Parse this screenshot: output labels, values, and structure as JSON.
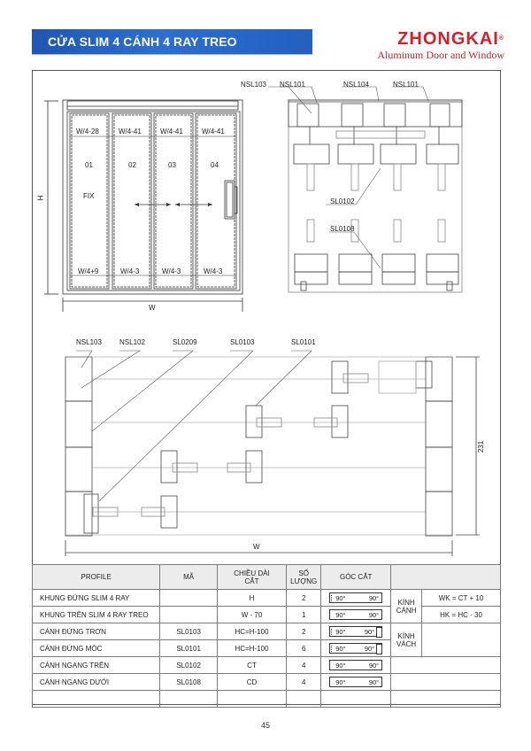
{
  "header": {
    "title": "CỬA SLIM 4 CÁNH 4 RAY TREO",
    "brand": "ZHONGKAI",
    "brand_mark": "®",
    "tagline": "Aluminum Door and Window",
    "colors": {
      "banner": "#2360bf",
      "brand": "#d62028"
    }
  },
  "elevation": {
    "height_label": "H",
    "width_label": "W",
    "panels": [
      {
        "top": "W/4-28",
        "number": "01",
        "note": "FIX",
        "bottom": "W/4+9"
      },
      {
        "top": "W/4-41",
        "number": "02",
        "note": "",
        "bottom": "W/4-3"
      },
      {
        "top": "W/4-41",
        "number": "03",
        "note": "",
        "bottom": "W/4-3"
      },
      {
        "top": "W/4-41",
        "number": "04",
        "note": "",
        "bottom": "W/4-3"
      }
    ]
  },
  "vertical_section": {
    "callouts": {
      "nsl103": "NSL103",
      "nsl101_a": "NSL101",
      "nsl104": "NSL104",
      "nsl101_b": "NSL101",
      "sl0102": "SL0102",
      "sl0108": "SL0108"
    }
  },
  "horizontal_section": {
    "callouts": {
      "nsl103": "NSL103",
      "nsl102": "NSL102",
      "sl0209": "SL0209",
      "sl0103": "SL0103",
      "sl0101": "SL0101"
    },
    "width_label": "W",
    "depth_label": "231"
  },
  "table": {
    "headers": {
      "profile": "PROFILE",
      "code": "MÃ",
      "length_1": "CHIỀU DÀI",
      "length_2": "CẮT",
      "qty_1": "SỐ",
      "qty_2": "LƯỢNG",
      "angle": "GÓC CẮT",
      "extra": ""
    },
    "rows": [
      {
        "profile": "KHUNG ĐỨNG SLIM 4 RAY",
        "code": "",
        "length": "H",
        "qty": "2",
        "angle_left": "90°",
        "angle_right": "90°"
      },
      {
        "profile": "KHUNG TRÊN  SLIM 4 RAY TREO",
        "code": "",
        "length": "W - 70",
        "qty": "1",
        "angle_left": "90°",
        "angle_right": "90°"
      },
      {
        "profile": "CÁNH ĐỨNG TRƠN",
        "code": "SL0103",
        "length": "HC=H-100",
        "qty": "2",
        "angle_left": "90°",
        "angle_right": "90°"
      },
      {
        "profile": "CÁNH ĐỨNG MÓC",
        "code": "SL0101",
        "length": "HC=H-100",
        "qty": "6",
        "angle_left": "90°",
        "angle_right": "90°"
      },
      {
        "profile": "CÁNH NGANG TRÊN",
        "code": "SL0102",
        "length": "CT",
        "qty": "4",
        "angle_left": "90°",
        "angle_right": "90°"
      },
      {
        "profile": "CÁNH NGANG DƯỚI",
        "code": "SL0108",
        "length": "CD",
        "qty": "4",
        "angle_left": "90°",
        "angle_right": "90°"
      }
    ],
    "glass": {
      "sash_label_1": "KÍNH",
      "sash_label_2": "CÁNH",
      "sash_formula_w": "WK = CT + 10",
      "sash_formula_h": "HK = HC - 30",
      "fixed_label_1": "KÍNH",
      "fixed_label_2": "VÁCH"
    }
  },
  "footer": {
    "page_number": "45"
  }
}
